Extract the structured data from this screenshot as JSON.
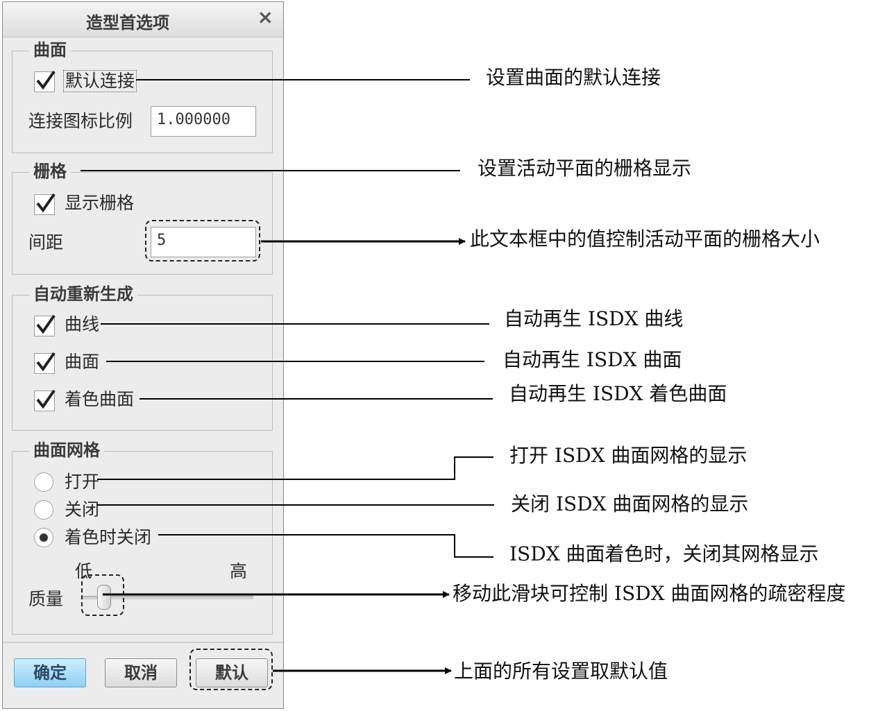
{
  "dialog": {
    "title": "造型首选项",
    "close_glyph": "×",
    "surface_group": {
      "legend": "曲面",
      "default_connection": {
        "label": "默认连接",
        "checked": true
      },
      "icon_scale": {
        "label": "连接图标比例",
        "value": "1.000000"
      }
    },
    "grid_group": {
      "legend": "栅格",
      "show_grid": {
        "label": "显示栅格",
        "checked": true
      },
      "spacing": {
        "label": "间距",
        "value": "5"
      }
    },
    "regen_group": {
      "legend": "自动重新生成",
      "curves": {
        "label": "曲线",
        "checked": true
      },
      "surfaces": {
        "label": "曲面",
        "checked": true
      },
      "shaded_surfaces": {
        "label": "着色曲面",
        "checked": true
      }
    },
    "mesh_group": {
      "legend": "曲面网格",
      "on": {
        "label": "打开",
        "selected": false
      },
      "off": {
        "label": "关闭",
        "selected": false
      },
      "off_when_shaded": {
        "label": "着色时关闭",
        "selected": true
      },
      "quality": {
        "label": "质量",
        "low": "低",
        "high": "高",
        "level": 0.1
      }
    },
    "buttons": {
      "ok": "确定",
      "cancel": "取消",
      "default": "默认"
    }
  },
  "annotations": {
    "default_connection": "设置曲面的默认连接",
    "grid": "设置活动平面的栅格显示",
    "spacing": "此文本框中的值控制活动平面的栅格大小",
    "regen_curves": "自动再生 ISDX 曲线",
    "regen_surfaces": "自动再生 ISDX 曲面",
    "regen_shaded": "自动再生 ISDX 着色曲面",
    "mesh_on": "打开 ISDX 曲面网格的显示",
    "mesh_off": "关闭 ISDX 曲面网格的显示",
    "mesh_off_shaded": "ISDX 曲面着色时，关闭其网格显示",
    "quality_slider": "移动此滑块可控制 ISDX 曲面网格的疏密程度",
    "default_button": "上面的所有设置取默认值"
  },
  "colors": {
    "ok_button": "#8fd0f3",
    "dialog_bg": "#ececec"
  }
}
